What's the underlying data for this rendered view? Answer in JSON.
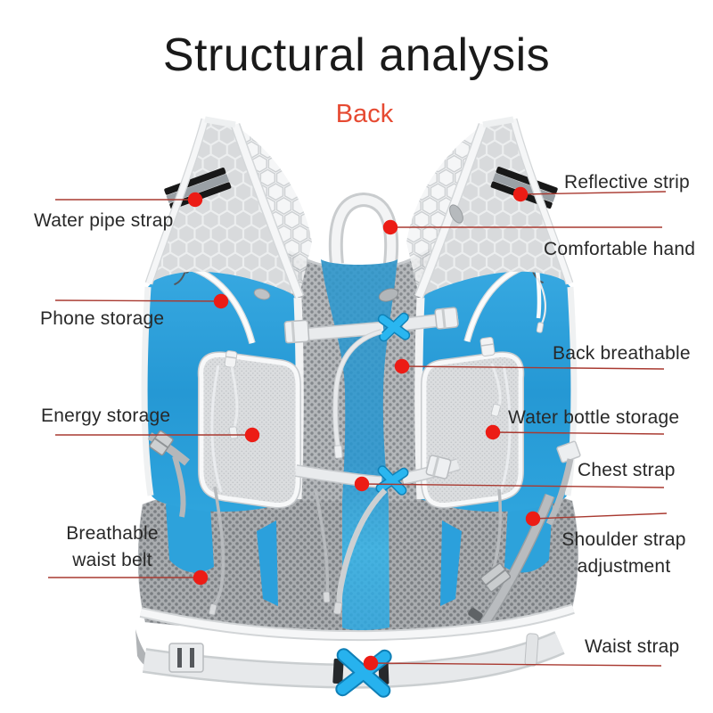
{
  "title": "Structural analysis",
  "view_label": "Back",
  "colors": {
    "title_text": "#1a1a1a",
    "label_text": "#282828",
    "back_label_red": "#e64a32",
    "annotation_line": "#a93a31",
    "marker_dot": "#ec1c15",
    "fabric_blue": "#2a9fda",
    "buckle_blue": "#2ab6f0",
    "mesh_gray": "#b4b7ba",
    "strap_white": "#f5f6f7",
    "reflective_black": "#181818"
  },
  "diagram": {
    "product": "Hydration vest backpack, rear view",
    "labels": [
      {
        "id": "water-pipe-strap",
        "text": "Water pipe strap",
        "side": "left"
      },
      {
        "id": "phone-storage",
        "text": "Phone storage",
        "side": "left"
      },
      {
        "id": "energy-storage",
        "text": "Energy storage",
        "side": "left"
      },
      {
        "id": "breathable-waist-belt",
        "text": "Breathable waist belt",
        "side": "left"
      },
      {
        "id": "reflective-strip",
        "text": "Reflective strip",
        "side": "right"
      },
      {
        "id": "comfortable-hand",
        "text": "Comfortable hand",
        "side": "right"
      },
      {
        "id": "back-breathable",
        "text": "Back breathable",
        "side": "right"
      },
      {
        "id": "water-bottle-storage",
        "text": "Water bottle storage",
        "side": "right"
      },
      {
        "id": "chest-strap",
        "text": "Chest strap",
        "side": "right"
      },
      {
        "id": "shoulder-strap-adjustment",
        "text": "Shoulder strap adjustment",
        "side": "right"
      },
      {
        "id": "waist-strap",
        "text": "Waist strap",
        "side": "right"
      }
    ]
  }
}
